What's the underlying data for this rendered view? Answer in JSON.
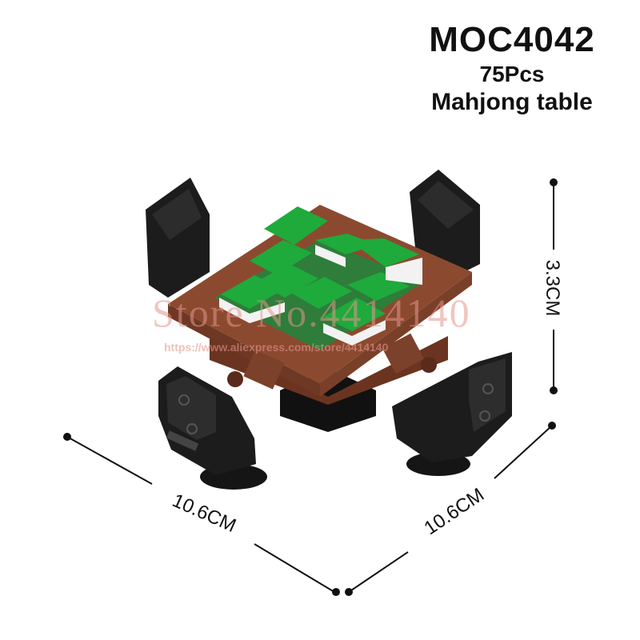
{
  "product": {
    "code": "MOC4042",
    "pieces": "75Pcs",
    "name": "Mahjong table"
  },
  "dimensions": {
    "height": "3.3CM",
    "width_left": "10.6CM",
    "width_right": "10.6CM"
  },
  "watermark": {
    "store": "Store No.4414140",
    "url": "https://www.aliexpress.com/store/4414140"
  },
  "colors": {
    "table_brown": "#8b4a2f",
    "tile_green": "#1faa3c",
    "chair_black": "#1c1c1c",
    "watermark": "#e6968c"
  }
}
